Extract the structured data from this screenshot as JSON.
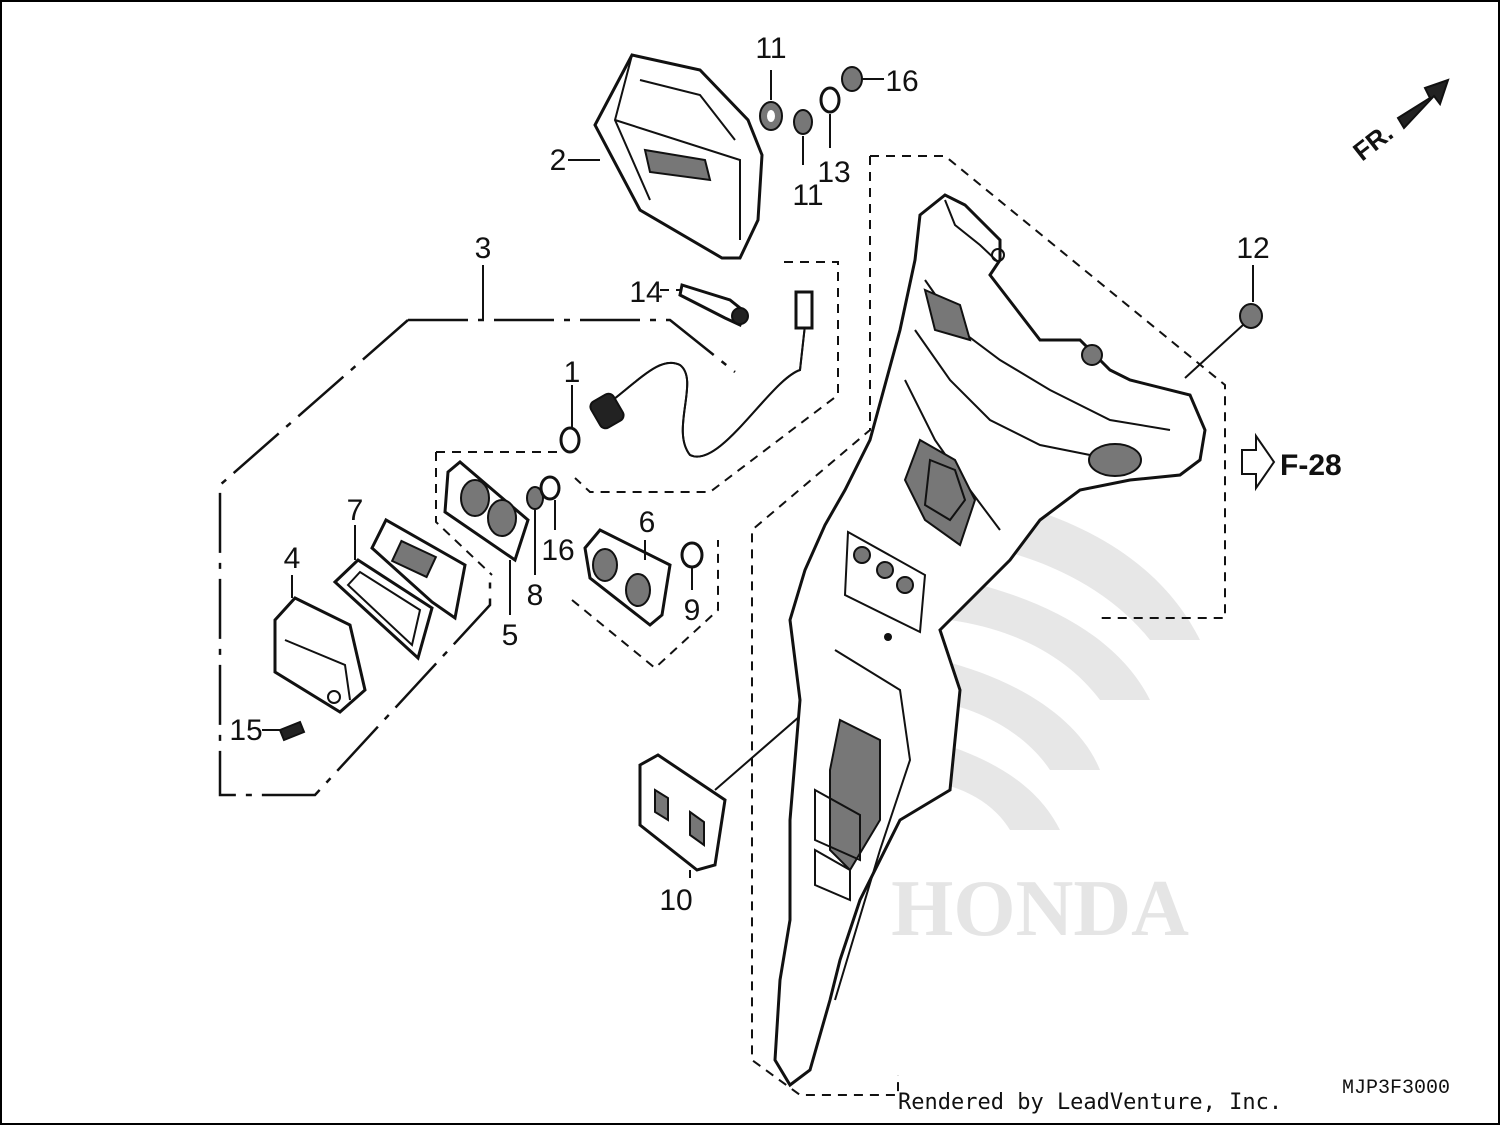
{
  "callouts": {
    "p1": "1",
    "p2": "2",
    "p3": "3",
    "p4": "4",
    "p5": "5",
    "p6": "6",
    "p7": "7",
    "p8": "8",
    "p9": "9",
    "p10": "10",
    "p11a": "11",
    "p11b": "11",
    "p12": "12",
    "p13": "13",
    "p14": "14",
    "p15": "15",
    "p16a": "16",
    "p16b": "16"
  },
  "reference": "F-28",
  "direction_label": "FR.",
  "diagram_code": "MJP3F3000",
  "credit": "Rendered by LeadVenture, Inc.",
  "watermark": "HONDA",
  "colors": {
    "ink": "#111111",
    "watermark": "#cfcfcf"
  }
}
